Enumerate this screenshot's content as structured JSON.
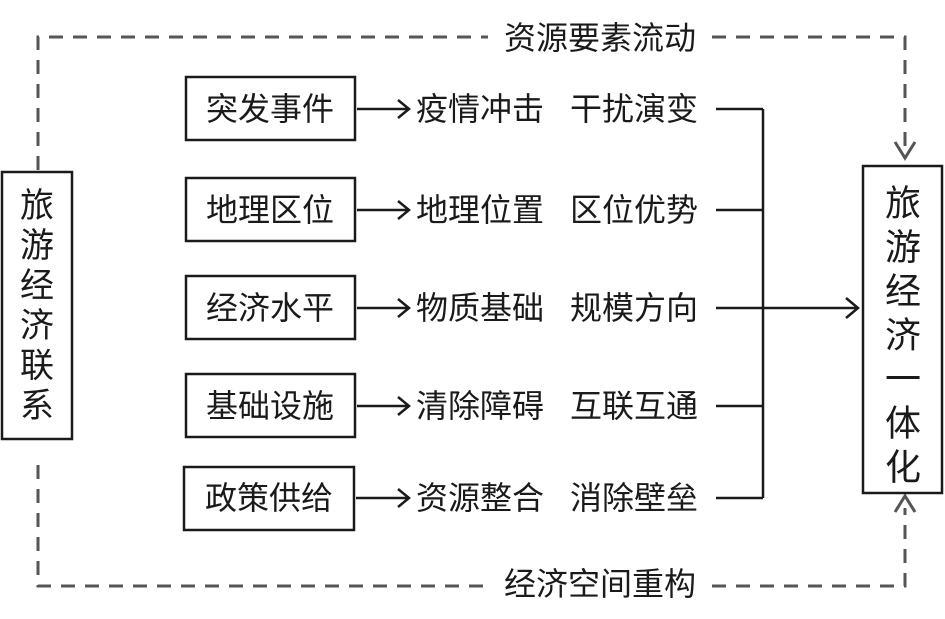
{
  "left_node": {
    "label": "旅游经济联系"
  },
  "right_node": {
    "label": "旅游经济一体化"
  },
  "top_flow": {
    "label": "资源要素流动"
  },
  "bottom_flow": {
    "label": "经济空间重构"
  },
  "factors": [
    {
      "label": "突发事件",
      "effect_1": "疫情冲击",
      "effect_2": "干扰演变"
    },
    {
      "label": "地理区位",
      "effect_1": "地理位置",
      "effect_2": "区位优势"
    },
    {
      "label": "经济水平",
      "effect_1": "物质基础",
      "effect_2": "规模方向"
    },
    {
      "label": "基础设施",
      "effect_1": "清除障碍",
      "effect_2": "互联互通"
    },
    {
      "label": "政策供给",
      "effect_1": "资源整合",
      "effect_2": "消除壁垒"
    }
  ]
}
